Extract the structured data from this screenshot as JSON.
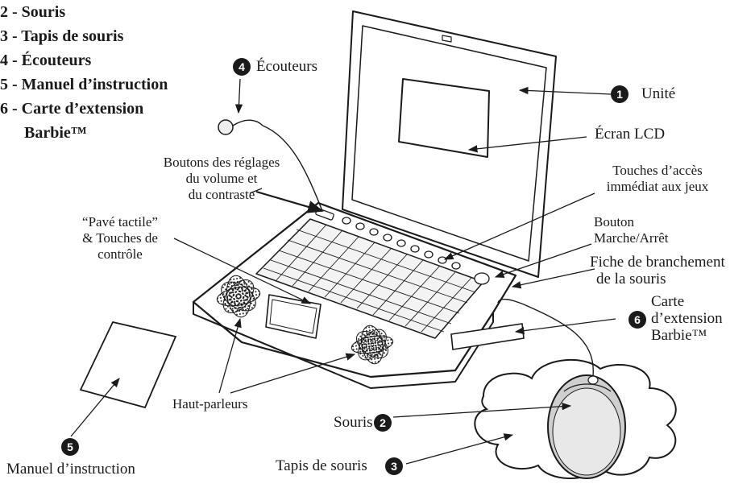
{
  "component_list": [
    "2 - Souris",
    "3 - Tapis de souris",
    "4 - Écouteurs",
    "5 - Manuel d’instruction",
    "6 - Carte d’extension",
    "Barbie™"
  ],
  "labels": {
    "ecouteurs": "Écouteurs",
    "unite": "Unité",
    "ecran_lcd": "Écran LCD",
    "boutons_reglages_1": "Boutons des réglages",
    "boutons_reglages_2": "du volume et",
    "boutons_reglages_3": "du contraste",
    "touches_acces_1": "Touches d’accès",
    "touches_acces_2": "immédiat aux jeux",
    "pave_tactile_1": "“Pavé tactile”",
    "pave_tactile_2": "& Touches de",
    "pave_tactile_3": "contrôle",
    "bouton_1": "Bouton",
    "bouton_2": "Marche/Arrêt",
    "fiche_1": "Fiche de branchement",
    "fiche_2": "de la souris",
    "carte_1": "Carte",
    "carte_2": "d’extension",
    "carte_3": "Barbie™",
    "haut_parleurs": "Haut-parleurs",
    "souris": "Souris",
    "tapis": "Tapis de souris",
    "manuel": "Manuel d’instruction"
  },
  "badges": {
    "unite": "1",
    "souris": "2",
    "tapis": "3",
    "ecouteurs": "4",
    "manuel": "5",
    "carte": "6"
  }
}
